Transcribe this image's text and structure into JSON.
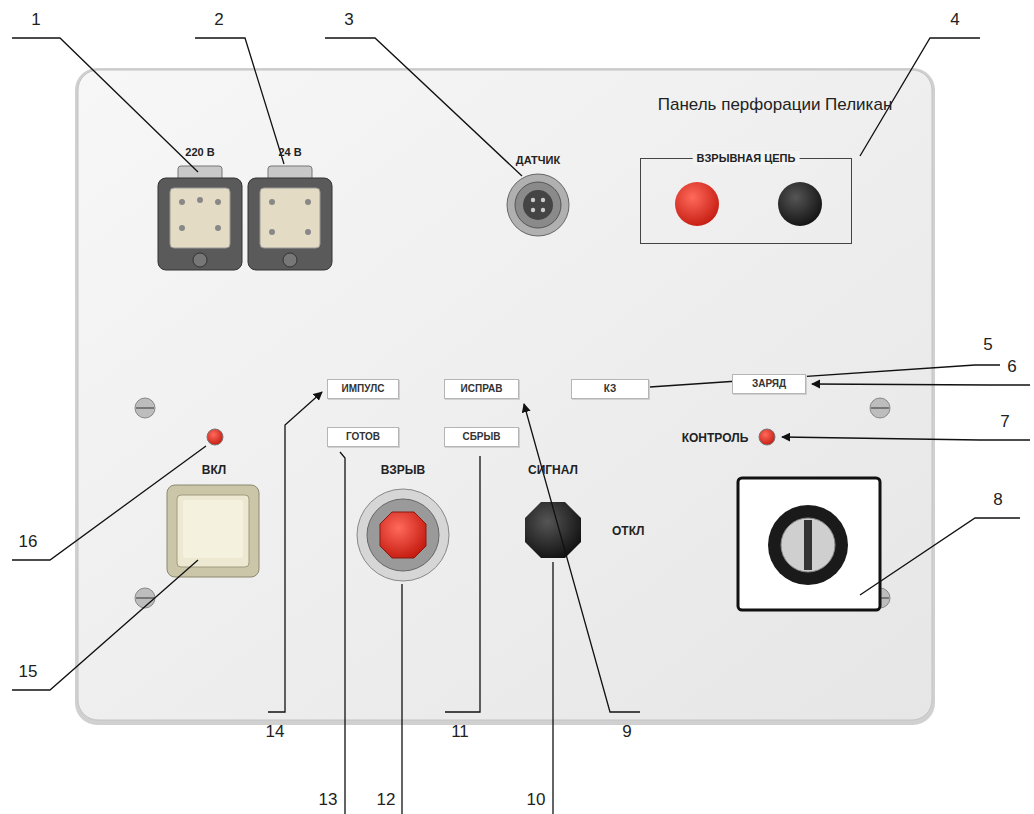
{
  "diagram": {
    "nodes": [
      {
        "text": [
          "ВЗРЫВНАЯ ЦЕПЬ"
        ]
      },
      {
        "text": [
          "ИМПУЛС"
        ]
      },
      {
        "text": [
          "ИСПРАВ"
        ]
      },
      {
        "text": [
          "КЗ"
        ]
      },
      {
        "text": [
          "ЗАРЯД"
        ]
      },
      {
        "text": [
          "ГОТОВ"
        ]
      },
      {
        "text": [
          "СБРЫВ"
        ]
      }
    ],
    "labels": [
      "Панель перфорации Пеликан",
      "220 В",
      "24 В",
      "ДАТЧИК",
      "ВКЛ",
      "ВЗРЫВ",
      "СИГНАЛ",
      "ОТКЛ",
      "КОНТРОЛЬ",
      "1",
      "2",
      "3",
      "4",
      "5",
      "6",
      "7",
      "8",
      "9",
      "10",
      "11",
      "12",
      "13",
      "14",
      "15",
      "16"
    ]
  }
}
